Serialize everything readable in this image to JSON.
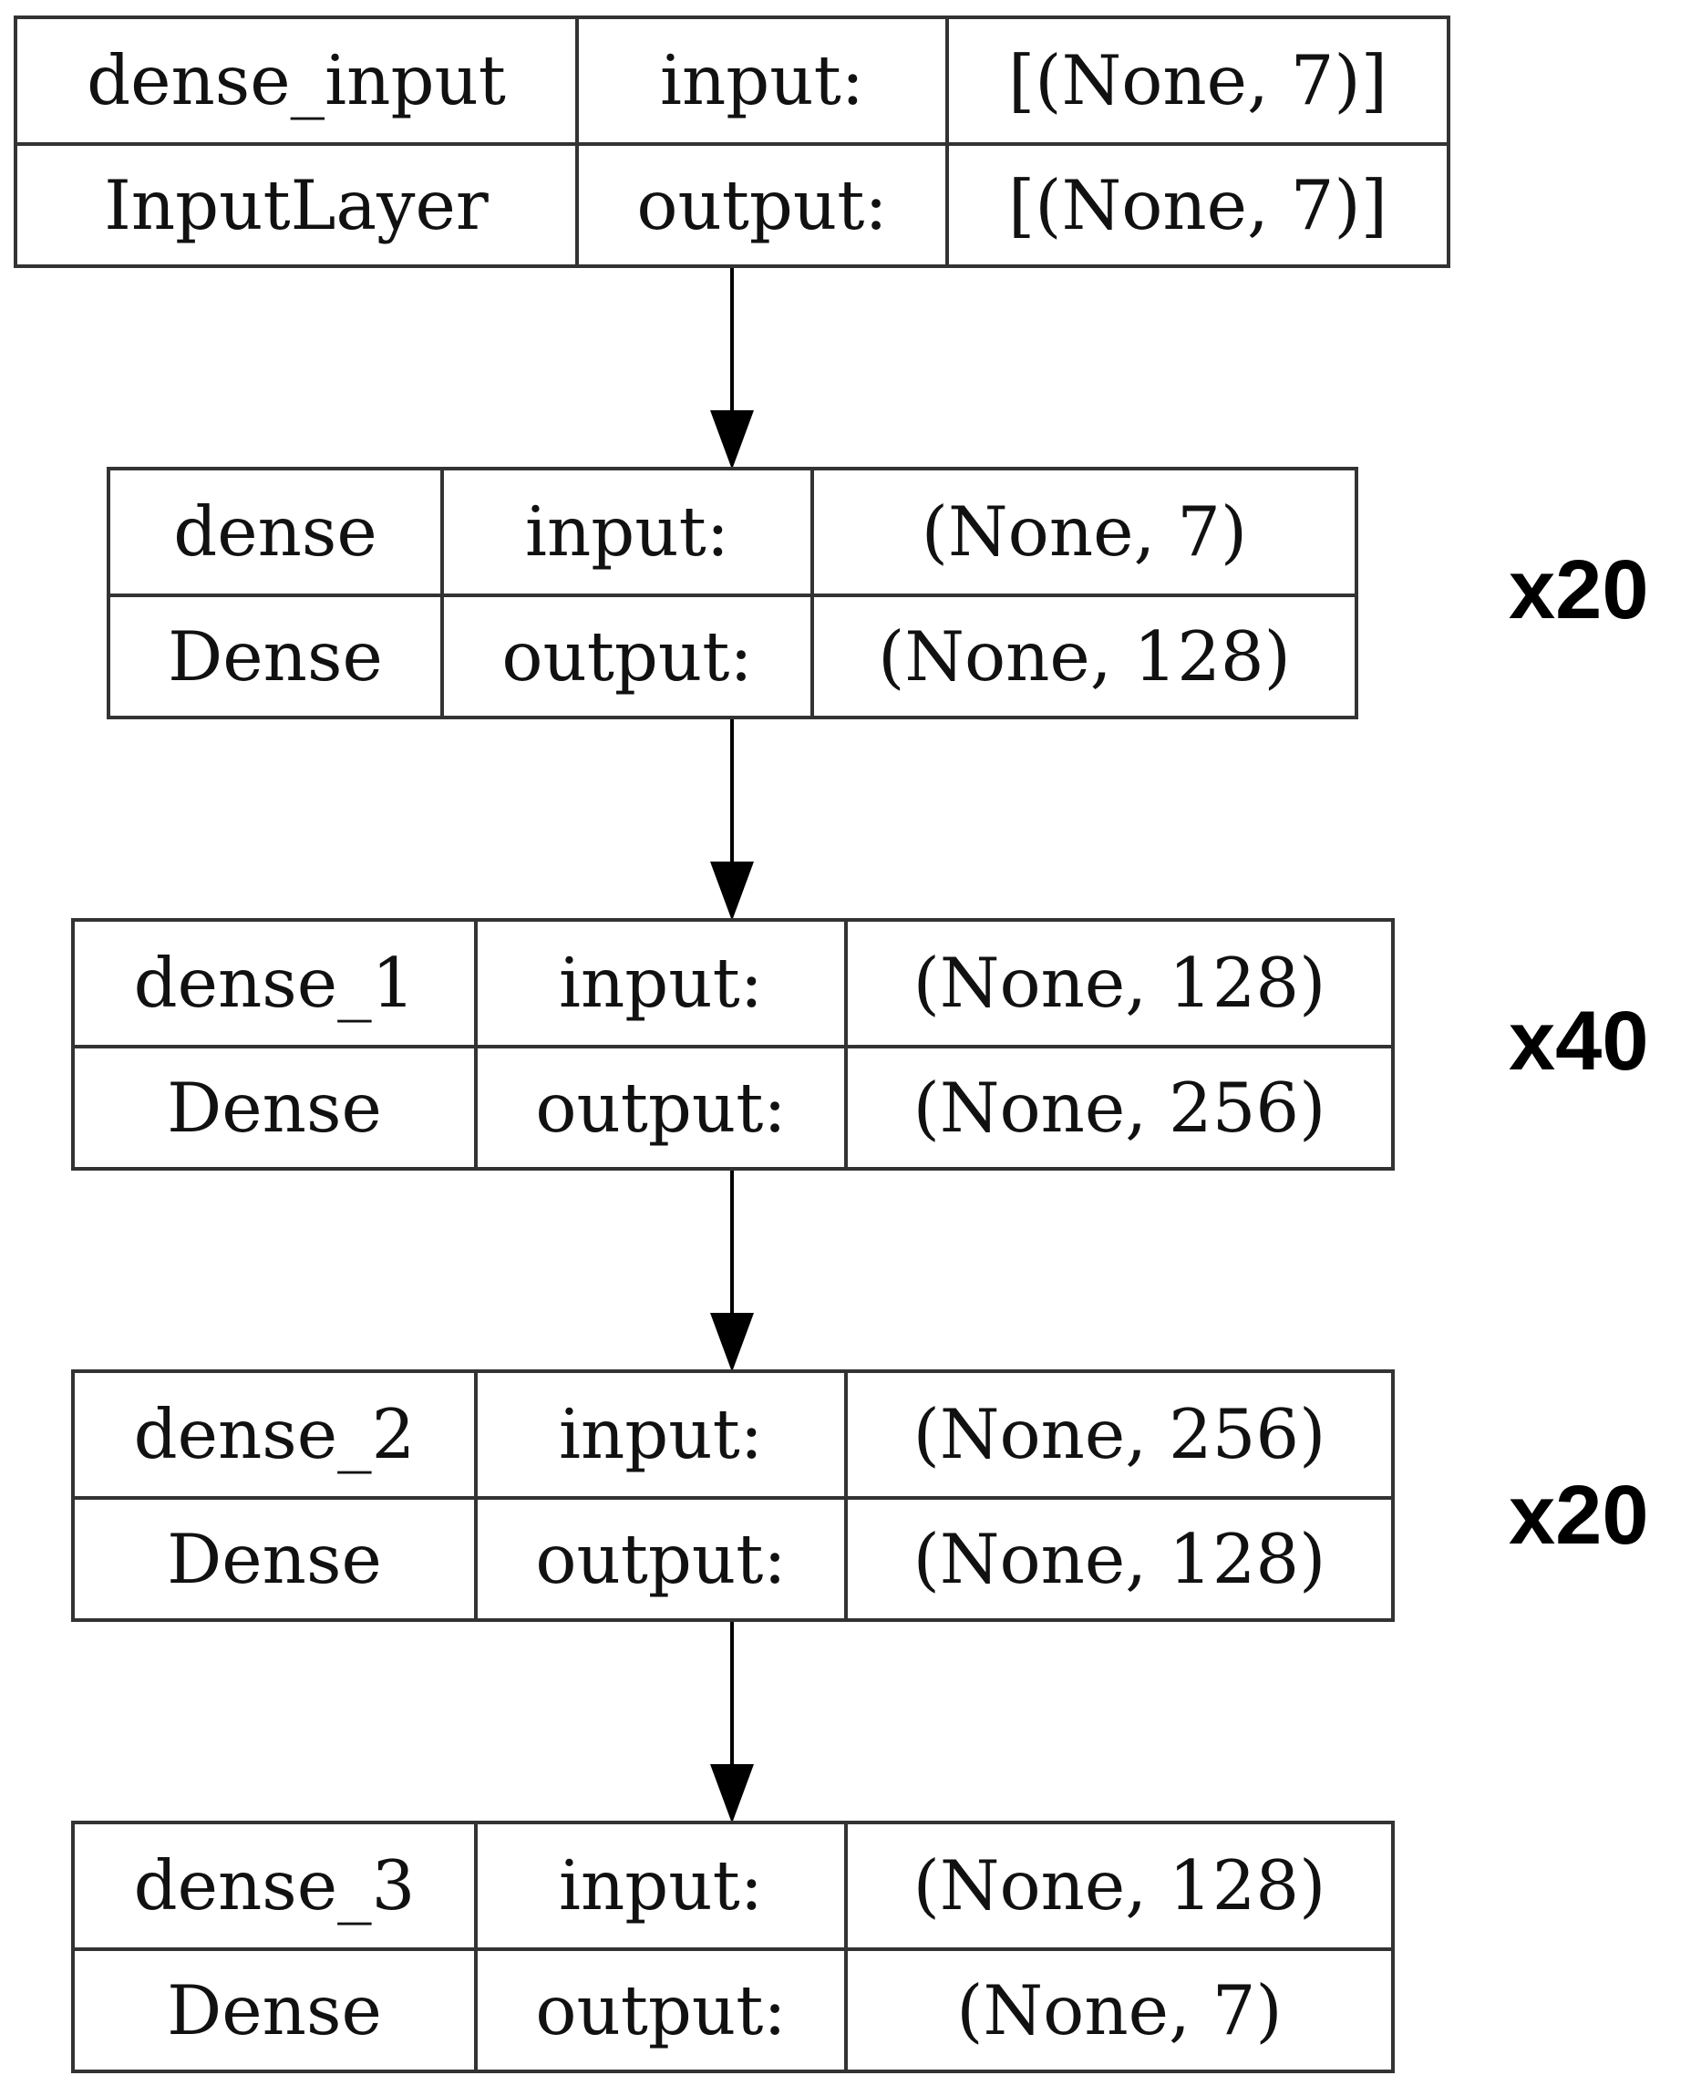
{
  "layers": [
    {
      "name": "dense_input",
      "type": "InputLayer",
      "input_label": "input:",
      "output_label": "output:",
      "input_shape": "[(None, 7)]",
      "output_shape": "[(None, 7)]",
      "repeat": ""
    },
    {
      "name": "dense",
      "type": "Dense",
      "input_label": "input:",
      "output_label": "output:",
      "input_shape": "(None, 7)",
      "output_shape": "(None, 128)",
      "repeat": "x20"
    },
    {
      "name": "dense_1",
      "type": "Dense",
      "input_label": "input:",
      "output_label": "output:",
      "input_shape": "(None, 128)",
      "output_shape": "(None, 256)",
      "repeat": "x40"
    },
    {
      "name": "dense_2",
      "type": "Dense",
      "input_label": "input:",
      "output_label": "output:",
      "input_shape": "(None, 256)",
      "output_shape": "(None, 128)",
      "repeat": "x20"
    },
    {
      "name": "dense_3",
      "type": "Dense",
      "input_label": "input:",
      "output_label": "output:",
      "input_shape": "(None, 128)",
      "output_shape": "(None, 7)",
      "repeat": ""
    }
  ],
  "colors": {
    "border": "#333333",
    "arrow": "#000000",
    "text": "#111111",
    "background": "#ffffff"
  }
}
